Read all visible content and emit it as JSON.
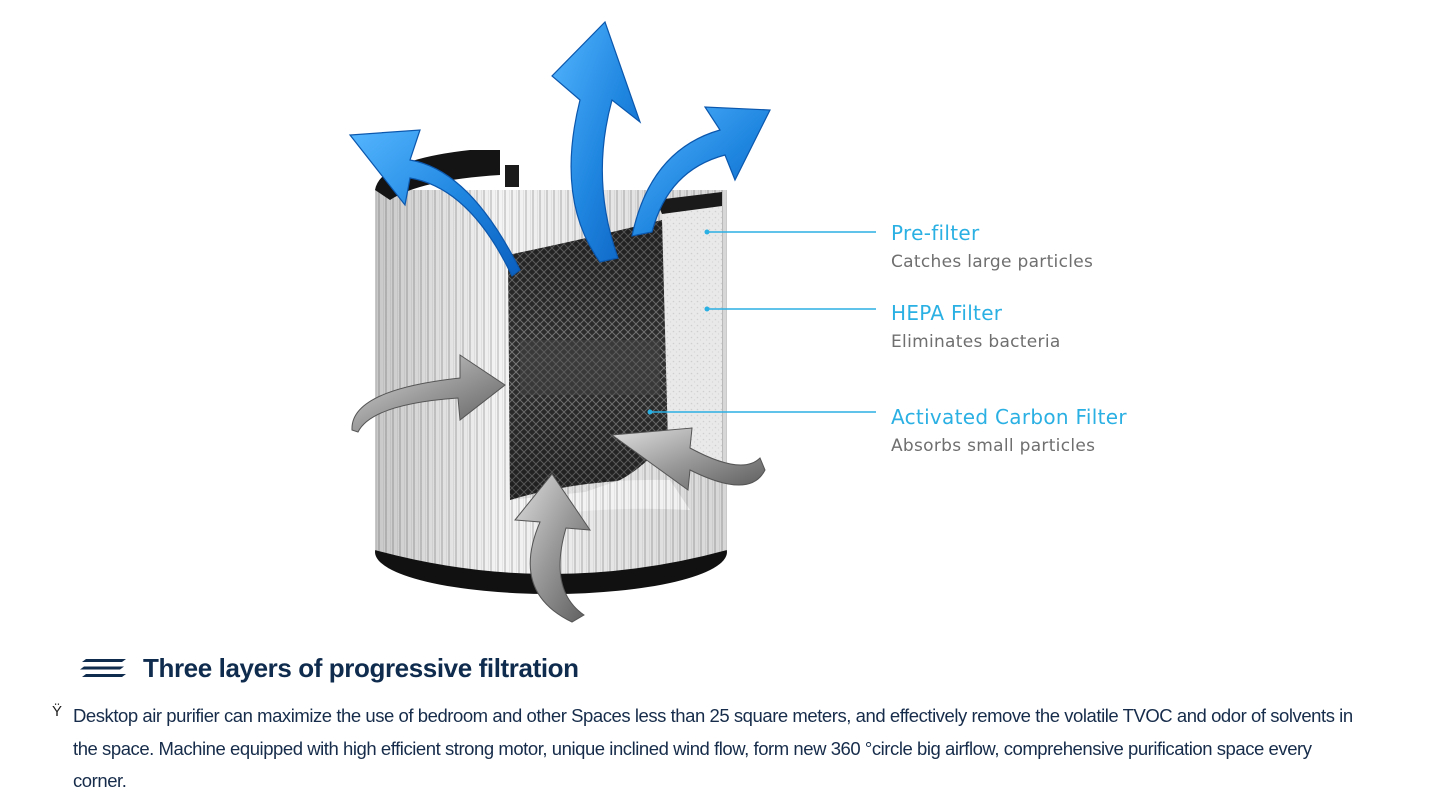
{
  "figure": {
    "layers": [
      {
        "name": "Pre-filter",
        "description": "Catches large particles"
      },
      {
        "name": "HEPA Filter",
        "description": "Eliminates bacteria"
      },
      {
        "name": "Activated Carbon Filter",
        "description": "Absorbs small particles"
      }
    ],
    "colors": {
      "callout_title": "#2bb0e3",
      "callout_desc": "#6f6f6f",
      "outflow_arrow": "#1f86e0",
      "inflow_arrow": "#8a8a8a"
    },
    "icons": [
      "filter-cylinder-illustration",
      "outflow-arrow-icon",
      "inflow-arrow-icon"
    ]
  },
  "section": {
    "title": "Three layers of progressive filtration",
    "title_color": "#0f2b4d",
    "heading_icon": "stripes-icon",
    "bullet": "Ÿ",
    "body": "Desktop air purifier can maximize the use of bedroom and other Spaces less than 25 square meters, and effectively remove the volatile TVOC and odor of solvents in the space. Machine equipped with high efficient strong motor, unique inclined wind flow, form new 360 °circle big airflow, comprehensive purification space every corner."
  }
}
